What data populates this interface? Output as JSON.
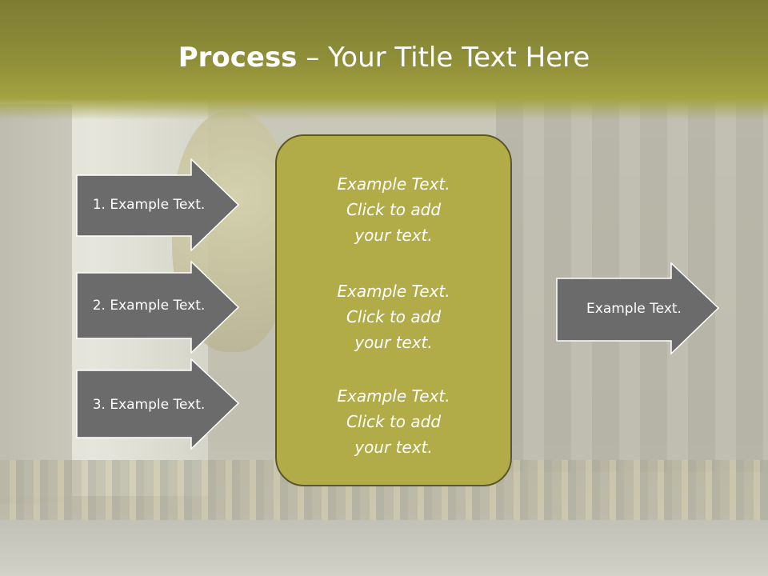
{
  "slide": {
    "title_bold": "Process",
    "title_rest": " – Your Title Text Here"
  },
  "left_arrows": [
    {
      "label": "1. Example Text."
    },
    {
      "label": "2. Example Text."
    },
    {
      "label": "3. Example Text."
    }
  ],
  "center_box": {
    "blocks": [
      {
        "line1": "Example Text.",
        "line2": "Click  to add",
        "line3": "your text."
      },
      {
        "line1": "Example Text.",
        "line2": "Click  to add",
        "line3": "your text."
      },
      {
        "line1": "Example Text.",
        "line2": "Click  to add",
        "line3": "your text."
      }
    ]
  },
  "right_arrow": {
    "label": "Example Text."
  },
  "colors": {
    "title_band": "#8f8e38",
    "center_box_fill": "#b2ac48",
    "arrow_fill": "#6b6b6b"
  }
}
